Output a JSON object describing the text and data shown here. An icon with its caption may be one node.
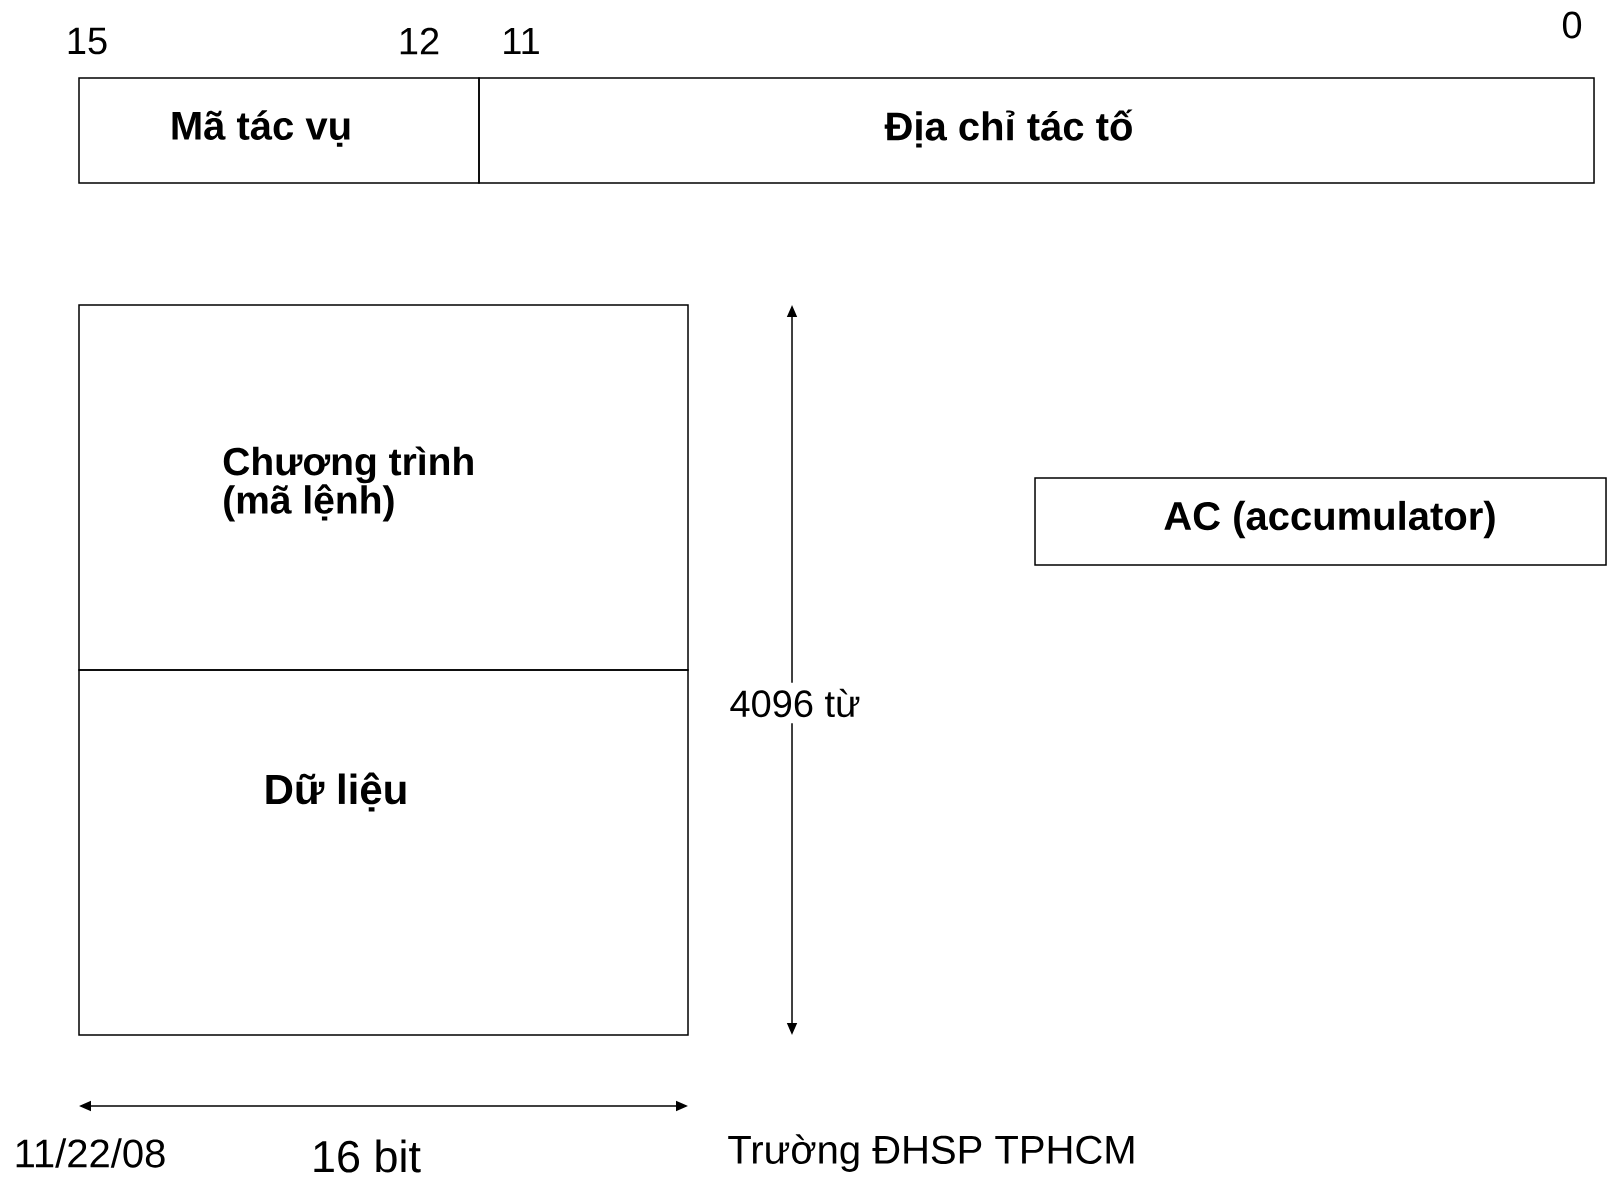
{
  "diagram": {
    "nodes": [
      {
        "text": [
          "Mã tác vụ"
        ]
      },
      {
        "text": [
          "Địa chỉ tác tố"
        ]
      },
      {
        "text": [
          "Chương trình (mã lệnh)"
        ]
      },
      {
        "text": [
          "Dữ liệu"
        ]
      },
      {
        "text": [
          "AC (accumulator)"
        ]
      }
    ],
    "labels": [
      "15",
      "12",
      "11",
      "0",
      "4096 từ",
      "11/22/08",
      "16 bit",
      "Trường ĐHSP TPHCM"
    ]
  }
}
